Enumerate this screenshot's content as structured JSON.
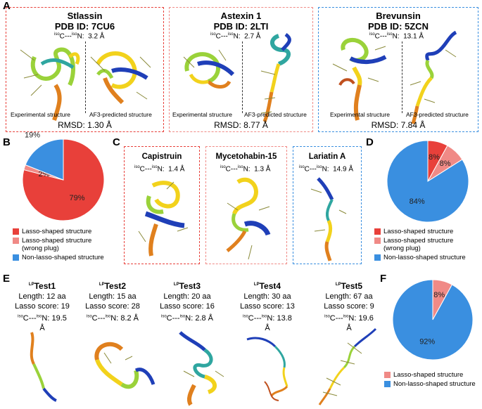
{
  "panels": {
    "A": {
      "letter": "A"
    },
    "B": {
      "letter": "B"
    },
    "C": {
      "letter": "C"
    },
    "D": {
      "letter": "D"
    },
    "E": {
      "letter": "E"
    },
    "F": {
      "letter": "F"
    }
  },
  "panelA": [
    {
      "name": "Stlassin",
      "pdb": "PDB ID: 7CU6",
      "dist": "3.2 Å",
      "rmsd": "RMSD: 1.30 Å",
      "exp": "Experimental structure",
      "pred": "AF3-predicted structure"
    },
    {
      "name": "Astexin 1",
      "pdb": "PDB ID: 2LTI",
      "dist": "2.7 Å",
      "rmsd": "RMSD: 8.77 Å",
      "exp": "Experimental structure",
      "pred": "AF3-predicted structure"
    },
    {
      "name": "Brevunsin",
      "pdb": "PDB ID: 5ZCN",
      "dist": "13.1 Å",
      "rmsd": "RMSD: 7.84 Å",
      "exp": "Experimental structure",
      "pred": "AF3-predicted structure"
    }
  ],
  "distPrefix": {
    "sup1": "iso",
    "mid": "C---",
    "sup2": "iso",
    "end": "N:"
  },
  "panelC": [
    {
      "name": "Capistruin",
      "dist": "1.4 Å"
    },
    {
      "name": "Mycetohabin-15",
      "dist": "1.3 Å"
    },
    {
      "name": "Lariatin A",
      "dist": "14.9 Å"
    }
  ],
  "panelE": [
    {
      "sup": "LP",
      "name": "Test1",
      "length": "Length: 12 aa",
      "score": "Lasso score: 19",
      "dist": "19.5 Å"
    },
    {
      "sup": "LP",
      "name": "Test2",
      "length": "Length: 15 aa",
      "score": "Lasso score: 28",
      "dist": "8.2 Å"
    },
    {
      "sup": "LP",
      "name": "Test3",
      "length": "Length: 20 aa",
      "score": "Lasso score: 16",
      "dist": "2.8 Å"
    },
    {
      "sup": "LP",
      "name": "Test4",
      "length": "Length: 30 aa",
      "score": "Lasso score: 13",
      "dist": "13.8 Å"
    },
    {
      "sup": "LP",
      "name": "Test5",
      "length": "Length: 67 aa",
      "score": "Lasso score: 9",
      "dist": "19.6 Å"
    }
  ],
  "colors": {
    "lasso": "#e8403a",
    "wrongplug": "#f08a86",
    "nonlasso": "#3a8fe0"
  },
  "legends": {
    "lasso": "Lasso-shaped structure",
    "wrong1": "Lasso-shaped structure",
    "wrong2": "(wrong plug)",
    "nonlasso": "Non-lasso-shaped structure",
    "f_lasso": "Lasso-shaped structure",
    "f_nonlasso": "Non-lasso-shaped structure"
  },
  "chart_data": [
    {
      "type": "pie",
      "panel": "B",
      "slices": [
        {
          "label": "Lasso-shaped structure",
          "value": 79,
          "text": "79%",
          "color": "#e8403a"
        },
        {
          "label": "Lasso-shaped structure (wrong plug)",
          "value": 2,
          "text": "2%",
          "color": "#f08a86"
        },
        {
          "label": "Non-lasso-shaped structure",
          "value": 19,
          "text": "19%",
          "color": "#3a8fe0"
        }
      ]
    },
    {
      "type": "pie",
      "panel": "D",
      "slices": [
        {
          "label": "Lasso-shaped structure",
          "value": 8,
          "text": "8%",
          "color": "#e8403a"
        },
        {
          "label": "Lasso-shaped structure (wrong plug)",
          "value": 8,
          "text": "8%",
          "color": "#f08a86"
        },
        {
          "label": "Non-lasso-shaped structure",
          "value": 84,
          "text": "84%",
          "color": "#3a8fe0"
        }
      ]
    },
    {
      "type": "pie",
      "panel": "F",
      "slices": [
        {
          "label": "Lasso-shaped structure",
          "value": 8,
          "text": "8%",
          "color": "#f08a86"
        },
        {
          "label": "Non-lasso-shaped structure",
          "value": 92,
          "text": "92%",
          "color": "#3a8fe0"
        }
      ]
    }
  ]
}
